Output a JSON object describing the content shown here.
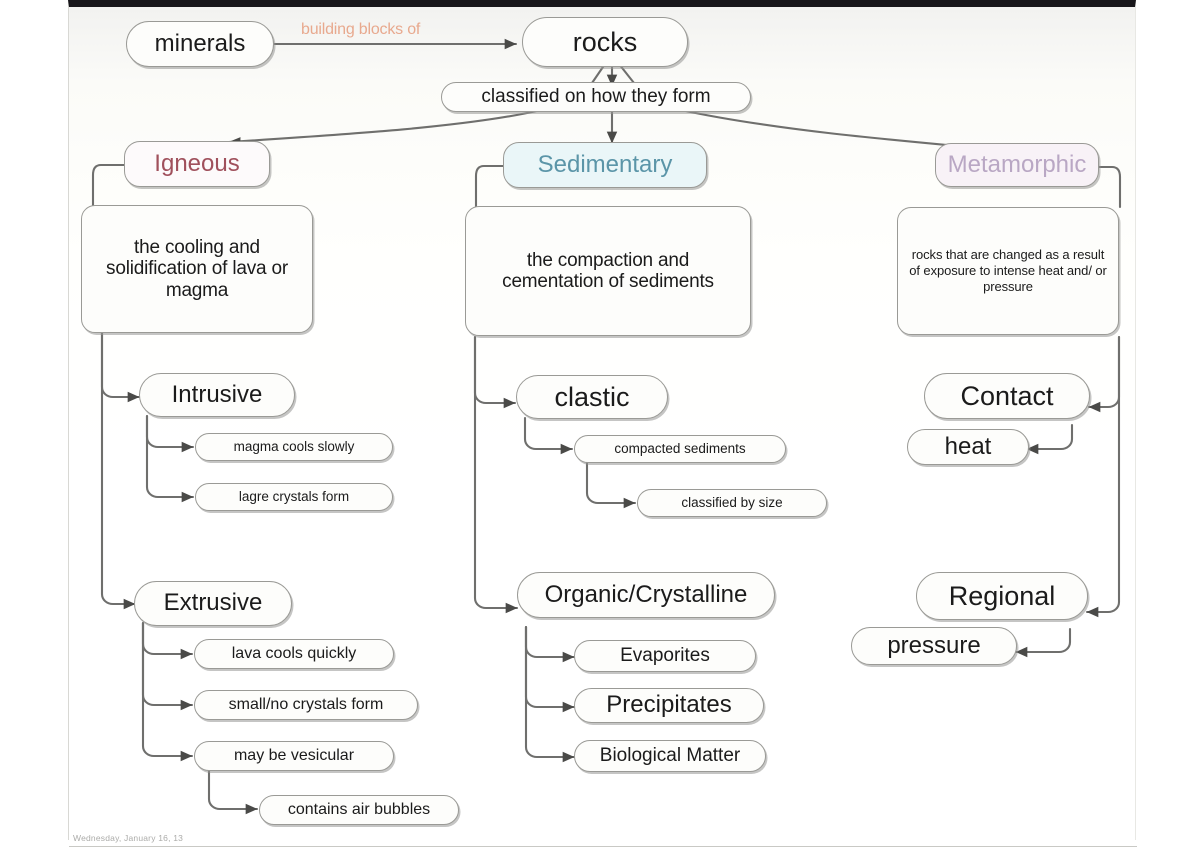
{
  "page": {
    "footer_date": "Wednesday, January 16, 13",
    "background_color": "#ffffff",
    "slide_color": "#fdfdfb",
    "top_band_color": "#17161a"
  },
  "colors": {
    "node_border": "#9a9a96",
    "node_fill": "#fdfdfb",
    "connector": "#6f6f6d",
    "igneous_text": "#a0505c",
    "sedimentary_text": "#5b95a8",
    "sedimentary_fill": "#eaf6f8",
    "metamorphic_text": "#b9a7c4",
    "metamorphic_fill": "#f8f2f7",
    "edge_label_text": "#e8a98e"
  },
  "concept_map": {
    "type": "concept-map",
    "title": "rocks",
    "root": {
      "minerals": "minerals",
      "rocks": "rocks",
      "minerals_to_rocks_label": "building blocks of",
      "classifier": "classified on how they form"
    },
    "branches": [
      {
        "id": "igneous",
        "label": "Igneous",
        "definition": "the cooling and solidification of lava or magma",
        "types": [
          {
            "label": "Intrusive",
            "traits": [
              {
                "label": "magma cools slowly",
                "traits": []
              },
              {
                "label": "lagre crystals form",
                "traits": []
              }
            ]
          },
          {
            "label": "Extrusive",
            "traits": [
              {
                "label": "lava cools quickly",
                "traits": []
              },
              {
                "label": "small/no crystals form",
                "traits": []
              },
              {
                "label": "may be vesicular",
                "traits": [
                  {
                    "label": "contains air bubbles"
                  }
                ]
              }
            ]
          }
        ]
      },
      {
        "id": "sedimentary",
        "label": "Sedimentary",
        "definition": "the compaction and cementation of sediments",
        "types": [
          {
            "label": "clastic",
            "traits": [
              {
                "label": "compacted sediments",
                "traits": [
                  {
                    "label": "classified by size"
                  }
                ]
              }
            ]
          },
          {
            "label": "Organic/Crystalline",
            "traits": [
              {
                "label": "Evaporites",
                "traits": []
              },
              {
                "label": "Precipitates",
                "traits": []
              },
              {
                "label": "Biological Matter",
                "traits": []
              }
            ]
          }
        ]
      },
      {
        "id": "metamorphic",
        "label": "Metamorphic",
        "definition": "rocks that are changed as a result of exposure to intense heat and/ or pressure",
        "types": [
          {
            "label": "Contact",
            "traits": [
              {
                "label": "heat",
                "traits": []
              }
            ]
          },
          {
            "label": "Regional",
            "traits": [
              {
                "label": "pressure",
                "traits": []
              }
            ]
          }
        ]
      }
    ]
  }
}
